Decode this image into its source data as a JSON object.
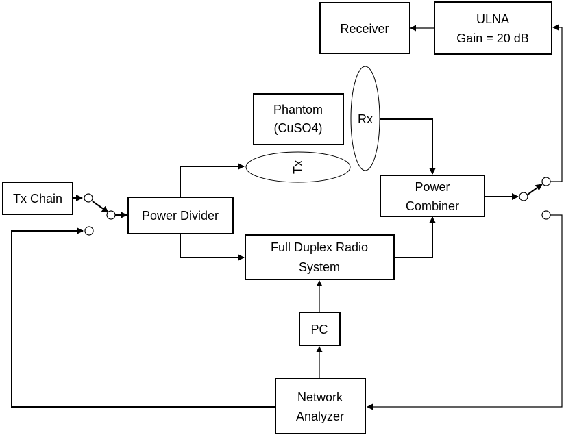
{
  "diagram": {
    "type": "block-diagram",
    "blocks": {
      "tx_chain": {
        "label": "Tx Chain"
      },
      "power_divider": {
        "label": "Power Divider"
      },
      "phantom": {
        "line1": "Phantom",
        "line2": "(CuSO4)"
      },
      "tx_antenna": {
        "label": "Tx"
      },
      "rx_antenna": {
        "label": "Rx"
      },
      "power_combiner": {
        "line1": "Power",
        "line2": "Combiner"
      },
      "full_duplex": {
        "line1": "Full Duplex Radio",
        "line2": "System"
      },
      "pc": {
        "label": "PC"
      },
      "network_analyzer": {
        "line1": "Network",
        "line2": "Analyzer"
      },
      "ulna": {
        "line1": "ULNA",
        "line2": "Gain = 20 dB"
      },
      "receiver": {
        "label": "Receiver"
      }
    },
    "connections": [
      {
        "from": "Tx Chain",
        "to": "input switch"
      },
      {
        "from": "input switch",
        "to": "Power Divider"
      },
      {
        "from": "Network Analyzer",
        "to": "input switch (alt terminal)"
      },
      {
        "from": "Power Divider",
        "to": "Tx"
      },
      {
        "from": "Power Divider",
        "to": "Full Duplex Radio System"
      },
      {
        "from": "Rx",
        "to": "Power Combiner"
      },
      {
        "from": "Full Duplex Radio System",
        "to": "Power Combiner"
      },
      {
        "from": "Power Combiner",
        "to": "output switch"
      },
      {
        "from": "output switch",
        "to": "ULNA"
      },
      {
        "from": "output switch (alt terminal)",
        "to": "Network Analyzer"
      },
      {
        "from": "ULNA",
        "to": "Receiver"
      },
      {
        "from": "PC",
        "to": "Full Duplex Radio System"
      },
      {
        "from": "Network Analyzer",
        "to": "PC"
      }
    ]
  }
}
